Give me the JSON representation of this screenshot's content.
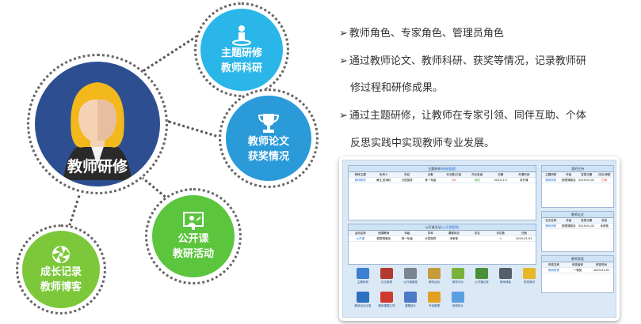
{
  "center": {
    "label": "教师研修"
  },
  "nodes": [
    {
      "id": "topic",
      "line1": "主题研修",
      "line2": "教师科研",
      "color": "#2ab6e8",
      "icon": "person-pin-icon"
    },
    {
      "id": "paper",
      "line1": "教师论文",
      "line2": "获奖情况",
      "color": "#2a9ad8",
      "icon": "trophy-icon"
    },
    {
      "id": "openclass",
      "line1": "公开课",
      "line2": "教研活动",
      "color": "#5cc53e",
      "icon": "projector-icon"
    },
    {
      "id": "blog",
      "line1": "成长记录",
      "line2": "教师博客",
      "color": "#7cc83a",
      "icon": "aperture-icon"
    }
  ],
  "bullets": [
    "教师角色、专家角色、管理员角色",
    "通过教师论文、教师科研、获奖等情况，记录教师研",
    "修过程和研修成果。",
    "通过主题研修，让教师在专家引领、同伴互助、个体",
    "反思实践中实现教师专业发展。"
  ],
  "screenshot": {
    "panel1": {
      "title": "主题研修",
      "title_link": "(研修管理)",
      "headers": [
        "研修主题",
        "负责人",
        "科目",
        "对象",
        "作业数/已阅",
        "作业批阅",
        "日期",
        "开课时间"
      ],
      "row": [
        "教研研修",
        "黄玉,张涛虹",
        "分层指导",
        "育一年级",
        "5/6",
        "批改",
        "2019-1-3",
        "未开课"
      ]
    },
    "panel2": {
      "title": "公开课活动",
      "title_link": "(公开课管理)",
      "headers": [
        "活动名称",
        "授课教师",
        "年级",
        "学科",
        "课程状态",
        "评论",
        "评论数",
        "日期"
      ],
      "row": [
        "公开课",
        "颜根薄雅尧",
        "育一年级",
        "分层指导",
        "未审核",
        "",
        "0",
        "2019-01-01"
      ]
    },
    "side1": {
      "title": "我的主持",
      "headers": [
        "主题研修",
        "作者",
        "发表日期",
        "评论/审核"
      ],
      "row": [
        "教研研修",
        "颜根薄雅尧",
        "2019-01-01",
        "已审"
      ]
    },
    "side2": {
      "title": "教师论文",
      "headers": [
        "论文名称",
        "作者",
        "发表日期",
        "状态"
      ],
      "row": [
        "教研研修",
        "颜根薄雅尧",
        "2019-01-01",
        "未审核"
      ]
    },
    "side3": {
      "title": "教师获奖",
      "headers": [
        "获奖名称",
        "获奖级别",
        "获奖时间"
      ],
      "row": [
        "教研研修",
        "一等奖",
        "2019-01-01"
      ]
    },
    "icons_row1": [
      {
        "label": "主题研修",
        "color": "#3b7fd0"
      },
      {
        "label": "论文管理",
        "color": "#b33a2e"
      },
      {
        "label": "公开课管理",
        "color": "#7a8591"
      },
      {
        "label": "教研活动",
        "color": "#c79a3a"
      },
      {
        "label": "教学评价",
        "color": "#7ab23c"
      },
      {
        "label": "公开课记录",
        "color": "#4a8f3a"
      },
      {
        "label": "教师博客",
        "color": "#555f6b"
      },
      {
        "label": "获奖情况",
        "color": "#e6b726"
      }
    ],
    "icons_row2": [
      {
        "label": "教研活动记录",
        "color": "#2f6fc2"
      },
      {
        "label": "教研课题立项",
        "color": "#d03a2e"
      },
      {
        "label": "课题统计",
        "color": "#4b7bc8"
      },
      {
        "label": "专家管理",
        "color": "#e2a122"
      },
      {
        "label": "研修统计",
        "color": "#5aa0e0"
      }
    ]
  }
}
